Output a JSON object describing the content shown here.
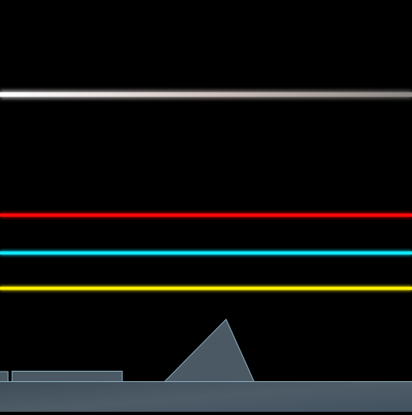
{
  "scene": {
    "background": "#000000",
    "beams": [
      {
        "name": "beam-white",
        "color": "#d9d2ce",
        "glow": true
      },
      {
        "name": "beam-red",
        "color": "#ff0000",
        "glow": true
      },
      {
        "name": "beam-cyan",
        "color": "#00e5ff",
        "glow": true
      },
      {
        "name": "beam-yellow",
        "color": "#ffee00",
        "glow": true
      }
    ],
    "terrain": {
      "fill": "#4a5964",
      "edge": "#8fb0c4"
    }
  }
}
